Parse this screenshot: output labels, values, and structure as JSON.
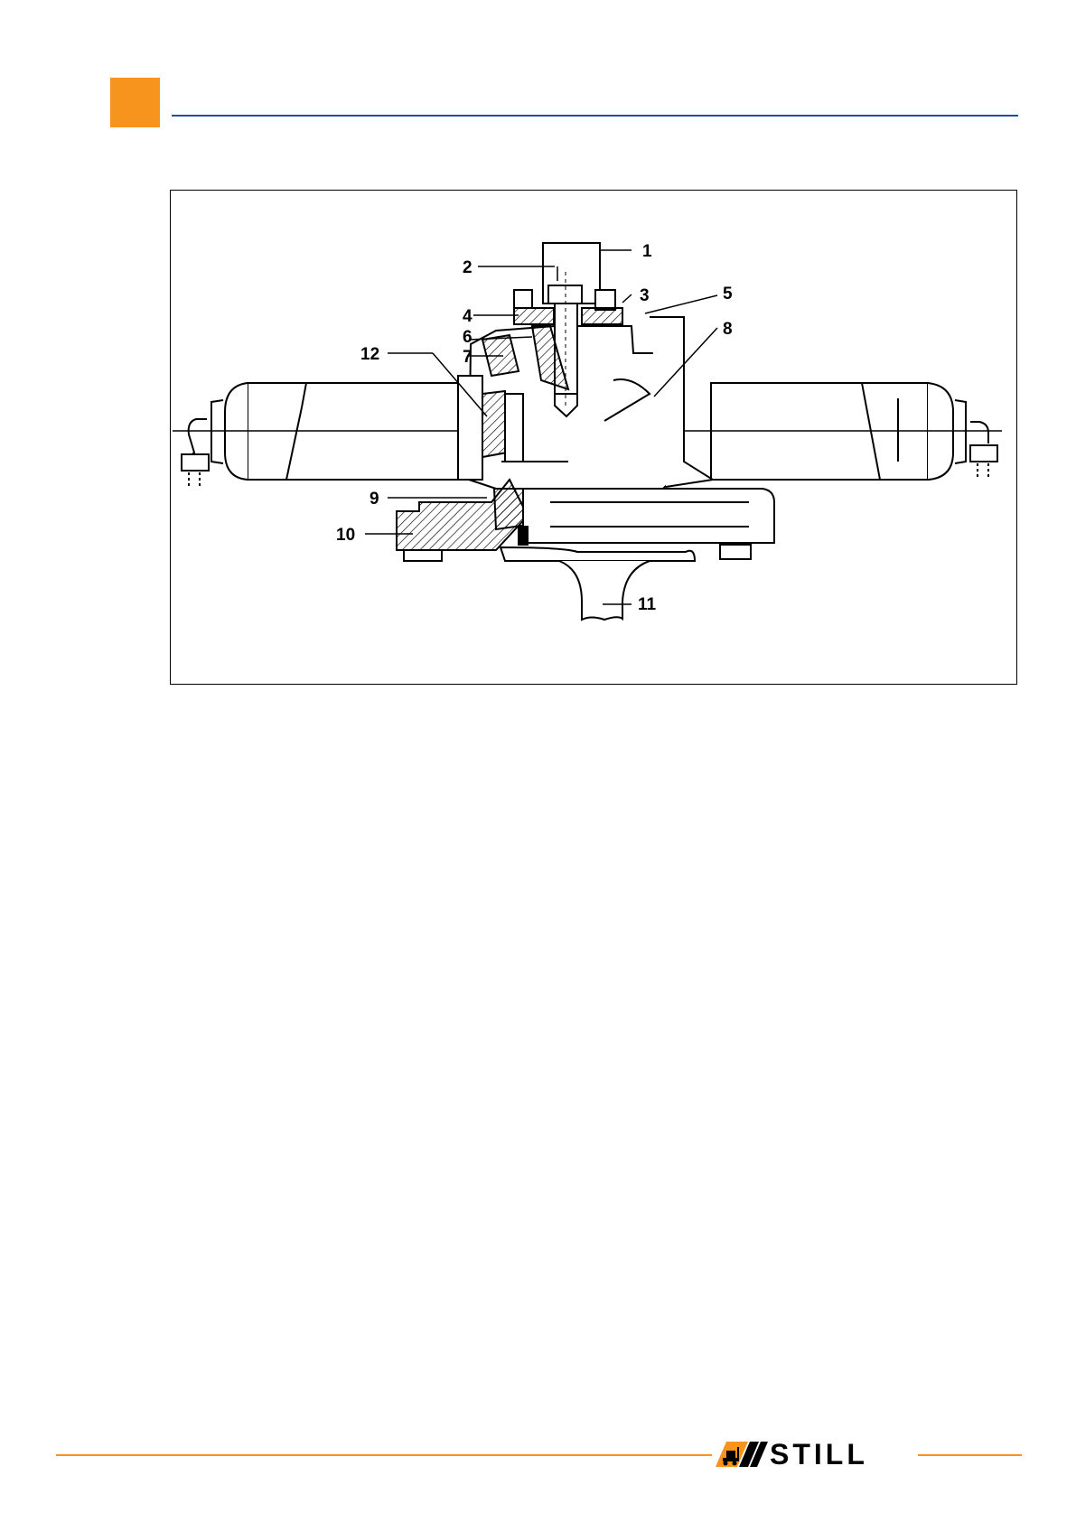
{
  "callouts": {
    "c1": "1",
    "c2": "2",
    "c3": "3",
    "c4": "4",
    "c5": "5",
    "c6": "6",
    "c7": "7",
    "c8": "8",
    "c9": "9",
    "c10": "10",
    "c11": "11",
    "c12": "12"
  },
  "footer": {
    "brand": "STILL"
  },
  "colors": {
    "accent": "#f7941d",
    "rule": "#1f4e9a",
    "ink": "#000000"
  }
}
